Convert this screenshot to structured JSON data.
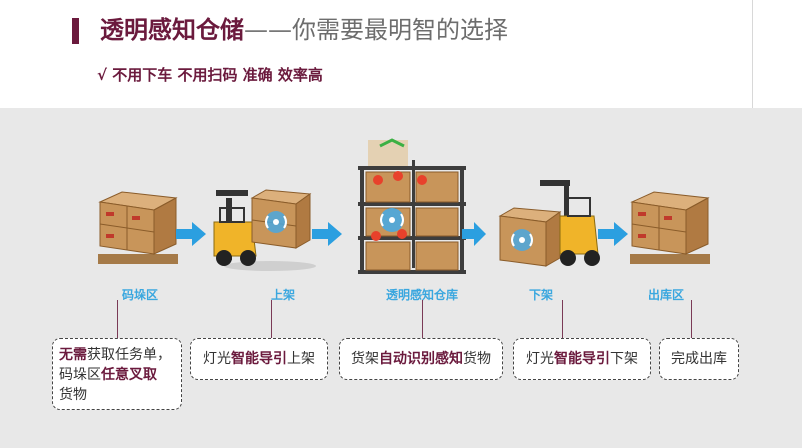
{
  "header": {
    "title_strong": "透明感知仓储",
    "title_dash": "——",
    "title_rest": "你需要最明智的选择",
    "subtitle": "√ 不用下车  不用扫码  准确  效率高"
  },
  "stages": [
    {
      "label": "码垛区"
    },
    {
      "label": "上架"
    },
    {
      "label": "透明感知仓库"
    },
    {
      "label": "下架"
    },
    {
      "label": "出库区"
    }
  ],
  "boxes": {
    "b1": {
      "p1": "无需",
      "p2": "获取任务单，",
      "p3": "码垛区",
      "p4": "任意叉取",
      "p5": "货物"
    },
    "b2": {
      "p1": "灯光",
      "p2": "智能导引",
      "p3": "上架"
    },
    "b3": {
      "p1": "货架",
      "p2": "自动识别感知",
      "p3": "货物"
    },
    "b4": {
      "p1": "灯光",
      "p2": "智能导引",
      "p3": "下架"
    },
    "b5": {
      "p1": "完成出库"
    }
  },
  "colors": {
    "accent": "#6b1a3d",
    "label": "#3aa7df",
    "arrow": "#2b9fe0"
  }
}
